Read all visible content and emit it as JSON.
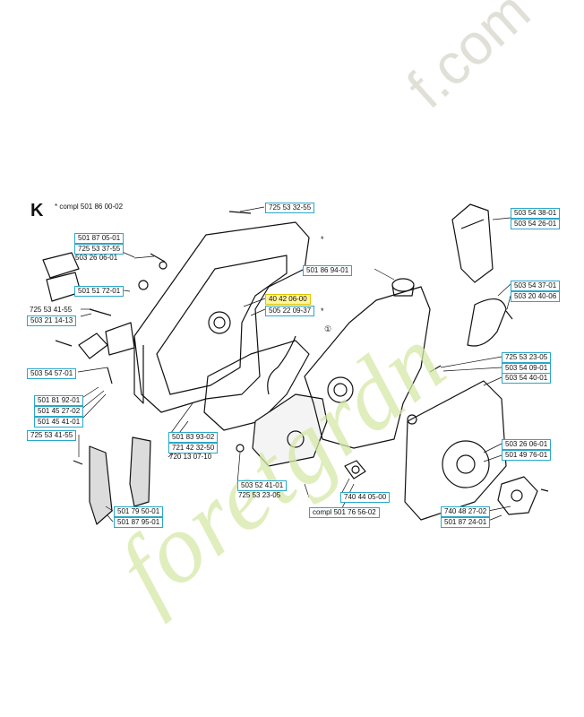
{
  "diagram": {
    "section_letter": "K",
    "compl_note": "* compl 501 86 00-02",
    "watermark": {
      "domain_part": "f.com",
      "brand_part": "foretgrdn"
    },
    "callouts": [
      {
        "id": "c1",
        "text": "725 53 32-55",
        "style": "boxed"
      },
      {
        "id": "c2",
        "text": "501 87 05-01",
        "style": "boxed"
      },
      {
        "id": "c3",
        "text": "725 53 37-55",
        "style": "boxed"
      },
      {
        "id": "c4",
        "text": "503 26 06-01",
        "style": "plain"
      },
      {
        "id": "c5",
        "text": "501 51 72-01",
        "style": "boxed"
      },
      {
        "id": "c6",
        "text": "725 53 41-55",
        "style": "plain"
      },
      {
        "id": "c7",
        "text": "503 21 14-13",
        "style": "boxed"
      },
      {
        "id": "c8",
        "text": "503 54 57-01",
        "style": "boxed"
      },
      {
        "id": "c9",
        "text": "501 81 92-01",
        "style": "boxed"
      },
      {
        "id": "c10",
        "text": "501 45 27-02",
        "style": "boxed"
      },
      {
        "id": "c11",
        "text": "501 45 41-01",
        "style": "boxed"
      },
      {
        "id": "c12",
        "text": "725 53 41-55",
        "style": "boxed"
      },
      {
        "id": "c13",
        "text": "501 79 50-01",
        "style": "boxed"
      },
      {
        "id": "c14",
        "text": "501 87 95-01",
        "style": "boxed"
      },
      {
        "id": "c15",
        "text": "40 42 06-00",
        "style": "highlight"
      },
      {
        "id": "c16",
        "text": "505 22 09-37",
        "style": "boxed"
      },
      {
        "id": "c17",
        "text": "501 83 93-02",
        "style": "boxed"
      },
      {
        "id": "c18",
        "text": "721 42 32-50",
        "style": "boxed"
      },
      {
        "id": "c19",
        "text": "720 13 07-10",
        "style": "plain"
      },
      {
        "id": "c20",
        "text": "503 52 41-01",
        "style": "boxed"
      },
      {
        "id": "c21",
        "text": "725 53 23-05",
        "style": "plain"
      },
      {
        "id": "c22",
        "text": "501 86 94-01",
        "style": "boxed"
      },
      {
        "id": "c23",
        "text": "503 54 38-01",
        "style": "boxed"
      },
      {
        "id": "c24",
        "text": "503 54 26-01",
        "style": "boxed"
      },
      {
        "id": "c25",
        "text": "503 54 37-01",
        "style": "boxed"
      },
      {
        "id": "c26",
        "text": "503 20 40-06",
        "style": "boxed"
      },
      {
        "id": "c27",
        "text": "725 53 23-05",
        "style": "boxed"
      },
      {
        "id": "c28",
        "text": "503 54 09-01",
        "style": "boxed"
      },
      {
        "id": "c29",
        "text": "503 54 40-01",
        "style": "boxed"
      },
      {
        "id": "c30",
        "text": "503 26 06-01",
        "style": "boxed"
      },
      {
        "id": "c31",
        "text": "501 49 76-01",
        "style": "boxed"
      },
      {
        "id": "c32",
        "text": "740 44 05-00",
        "style": "boxed"
      },
      {
        "id": "c33",
        "text": "compl 501 76 56-02",
        "style": "boxed"
      },
      {
        "id": "c34",
        "text": "740 48 27-02",
        "style": "boxed"
      },
      {
        "id": "c35",
        "text": "501 87 24-01",
        "style": "boxed"
      }
    ],
    "marks": {
      "star": "*",
      "circled_one": "①"
    }
  }
}
